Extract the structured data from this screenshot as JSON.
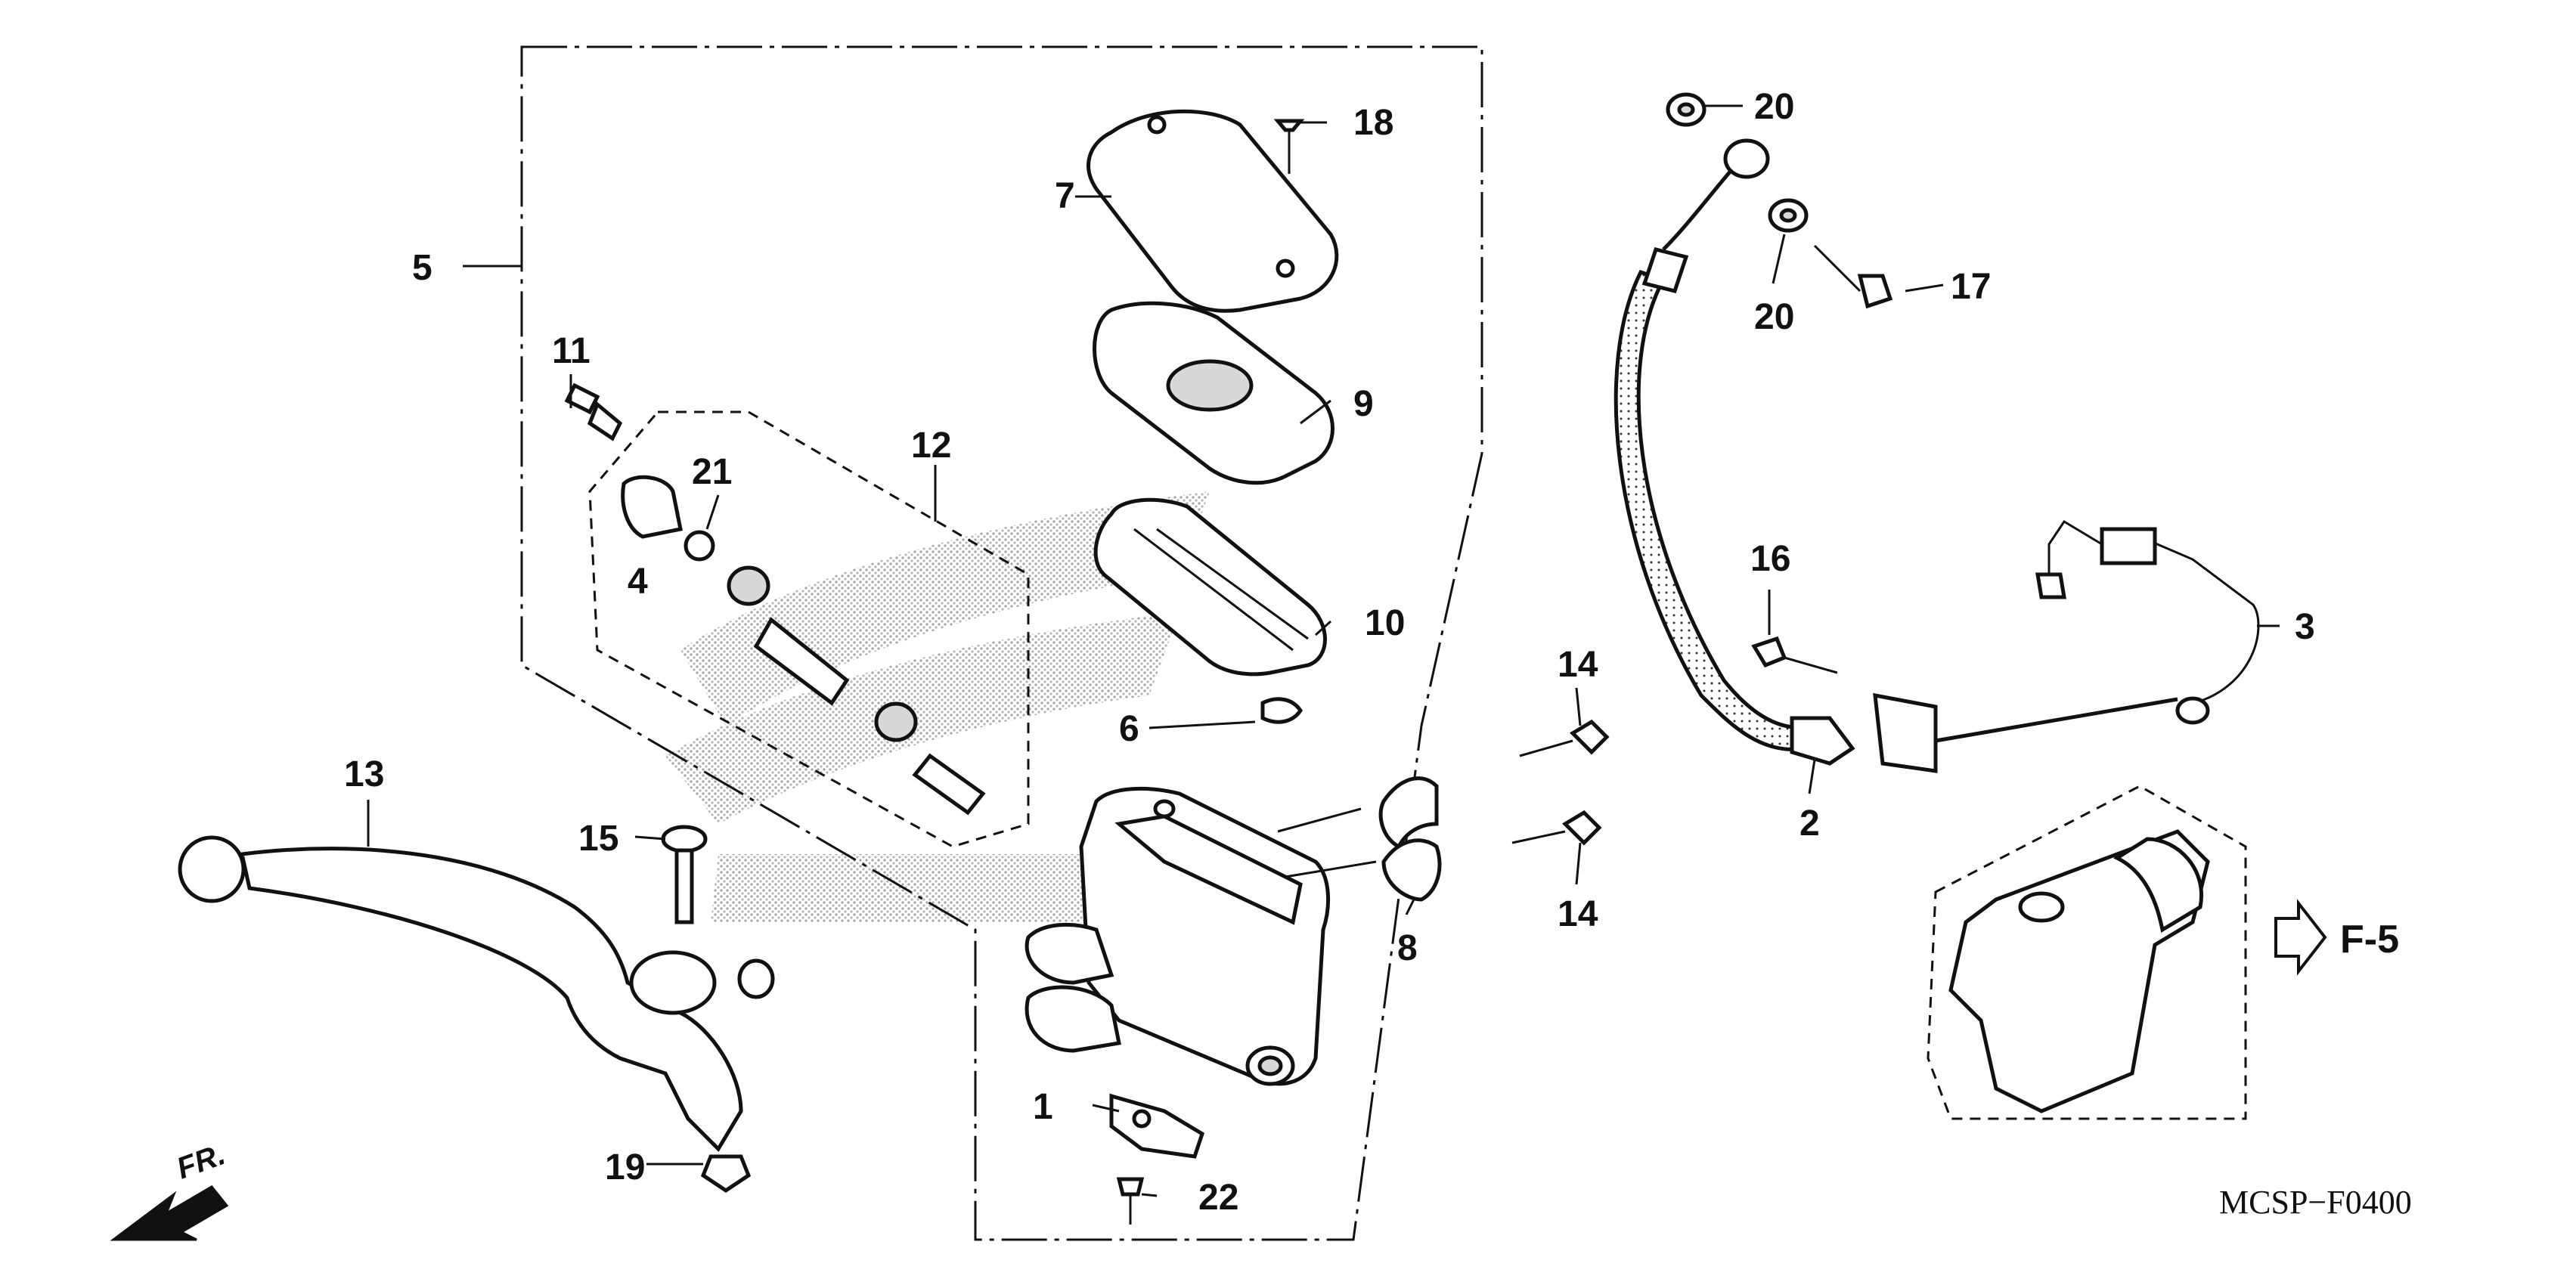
{
  "diagram": {
    "drawing_code": "MCSP−F0400",
    "direction_label": "FR.",
    "reference_label": "F-5",
    "callouts": {
      "c1": "1",
      "c2": "2",
      "c3": "3",
      "c4": "4",
      "c5": "5",
      "c6": "6",
      "c7": "7",
      "c8": "8",
      "c9": "9",
      "c10": "10",
      "c11": "11",
      "c12": "12",
      "c13": "13",
      "c14a": "14",
      "c14b": "14",
      "c15": "15",
      "c16": "16",
      "c17": "17",
      "c18": "18",
      "c19": "19",
      "c20a": "20",
      "c20b": "20",
      "c21": "21",
      "c22": "22"
    }
  }
}
